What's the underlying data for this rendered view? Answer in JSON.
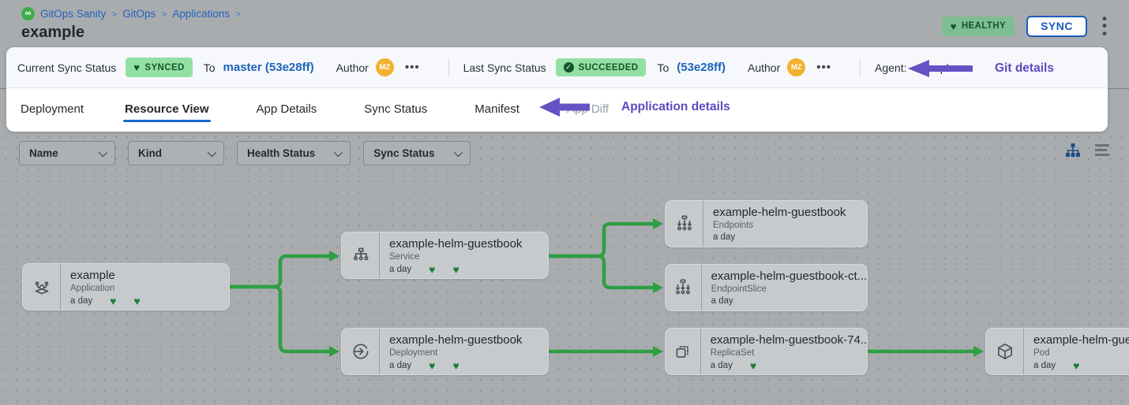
{
  "colors": {
    "page_background": "#a9acae",
    "accent_blue": "#1a5dbb",
    "link_blue": "#1e63bd",
    "badge_green": "#93e0a3",
    "badge_green_dim": "#7fbe90",
    "status_green_dark": "#14532d",
    "edge_green": "#2f9e44",
    "annotation_purple": "#6049be",
    "avatar_orange": "#f2b12e",
    "brand_green": "#3fae49"
  },
  "breadcrumb": {
    "icon": "gitops-logo-icon",
    "items": [
      "GitOps Sanity",
      "GitOps",
      "Applications"
    ],
    "separator": ">"
  },
  "page_title": "example",
  "header": {
    "health_badge": "HEALTHY",
    "sync_button": "SYNC",
    "kebab_menu_icon": "kebab-menu-icon"
  },
  "sync_bar": {
    "current": {
      "label": "Current Sync Status",
      "badge": "SYNCED",
      "to_label": "To",
      "revision": "master (53e28ff)",
      "author_label": "Author",
      "author_initials": "MZ"
    },
    "last": {
      "label": "Last Sync Status",
      "badge": "SUCCEEDED",
      "to_label": "To",
      "revision": "(53e28ff)",
      "author_label": "Author",
      "author_initials": "MZ"
    },
    "agent_label": "Agent:",
    "agent_value": "example",
    "annotation": "Git details"
  },
  "tabs": {
    "items": [
      "Deployment",
      "Resource View",
      "App Details",
      "Sync Status",
      "Manifest",
      "App Diff"
    ],
    "active": "Resource View",
    "disabled": "App Diff",
    "annotation": "Application details"
  },
  "filters": {
    "dropdowns": [
      "Name",
      "Kind",
      "Health Status",
      "Sync Status"
    ],
    "view_modes": [
      "tree-view-icon",
      "list-view-icon"
    ],
    "active_view": "tree-view-icon"
  },
  "graph": {
    "nodes": [
      {
        "title": "example",
        "kind": "Application",
        "age": "a day",
        "health_hearts": 2,
        "icon": "application-icon"
      },
      {
        "title": "example-helm-guestbook",
        "kind": "Service",
        "age": "a day",
        "health_hearts": 2,
        "icon": "service-icon"
      },
      {
        "title": "example-helm-guestbook",
        "kind": "Deployment",
        "age": "a day",
        "health_hearts": 2,
        "icon": "deployment-icon"
      },
      {
        "title": "example-helm-guestbook",
        "kind": "Endpoints",
        "age": "a day",
        "health_hearts": 0,
        "icon": "endpoints-icon"
      },
      {
        "title": "example-helm-guestbook-ct...",
        "kind": "EndpointSlice",
        "age": "a day",
        "health_hearts": 0,
        "icon": "endpointslice-icon"
      },
      {
        "title": "example-helm-guestbook-74...",
        "kind": "ReplicaSet",
        "age": "a day",
        "health_hearts": 1,
        "icon": "replicaset-icon"
      },
      {
        "title": "example-helm-guest",
        "kind": "Pod",
        "age": "a day",
        "health_hearts": 1,
        "icon": "pod-icon"
      }
    ]
  }
}
